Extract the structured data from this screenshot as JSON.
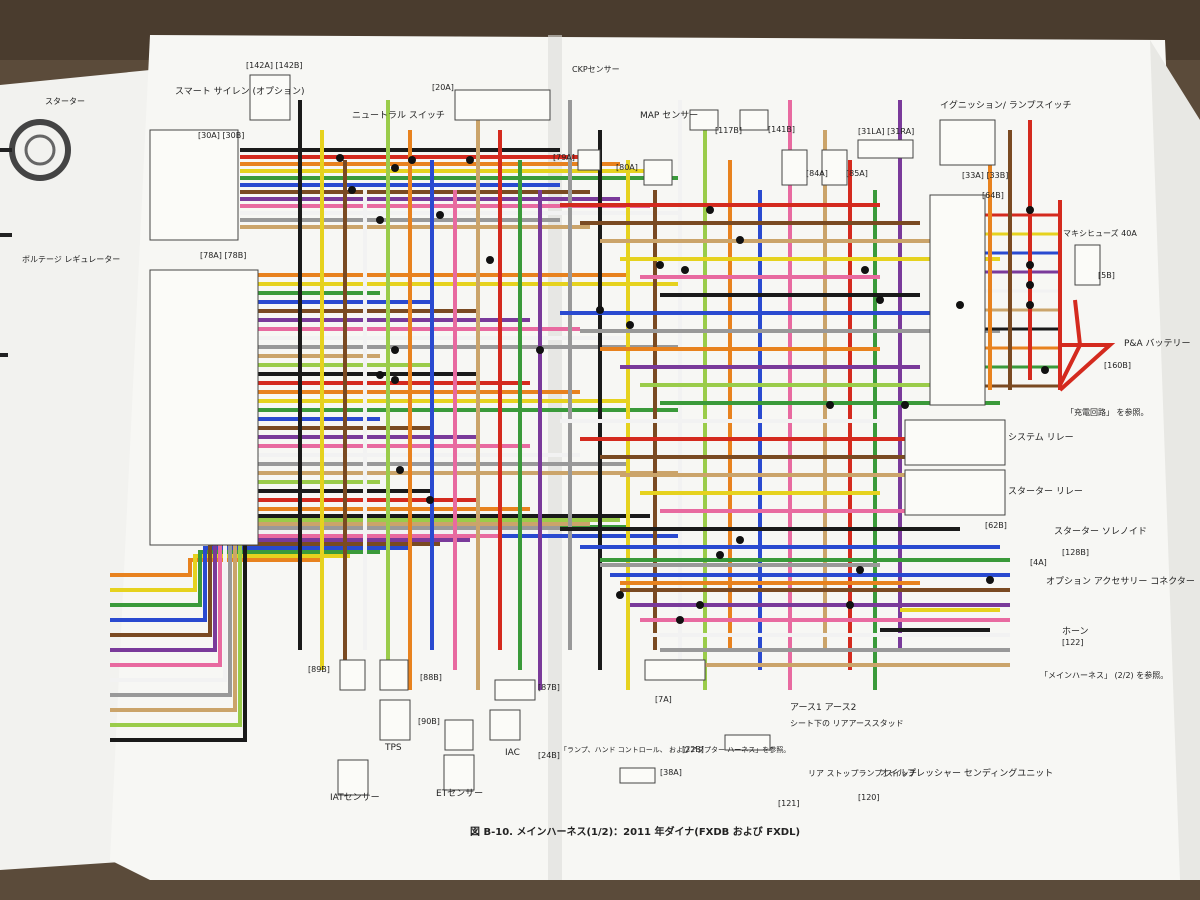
{
  "caption": "図 B-10. メインハーネス(1/2)：2011 年ダイナ(FXDB および FXDL)",
  "connector_ids": {
    "c142": "[142A] [142B]",
    "c20a": "[20A]",
    "c30": "[30A]  [30B]",
    "c78": "[78A] [78B]",
    "c79": "[79A]",
    "c80": "[80A]",
    "c117": "[117B]",
    "c141": "[141B]",
    "c84": "[84A]",
    "c85": "[85A]",
    "c31": "[31LA] [31RA]",
    "c33": "[33A] [33B]",
    "c64": "[64B]",
    "c5b": "[5B]",
    "c160": "[160B]",
    "c62": "[62B]",
    "c128": "[128B]",
    "c4a": "[4A]",
    "c122": "[122]",
    "c89": "[89B]",
    "c88": "[88B]",
    "c90": "[90B]",
    "c87": "[87B]",
    "c7a": "[7A]",
    "c24": "[24B]",
    "c38": "[38A]",
    "c22": "[22B]",
    "c121": "[121]",
    "c120": "[120]"
  },
  "labels": {
    "smart_siren": "スマート サイレン (オプション)",
    "neutral_switch": "ニュートラル スイッチ",
    "ckp_sensor": "CKPセンサー",
    "map_sensor": "MAP センサー",
    "ignition_switch": "イグニッション/ ランプスイッチ",
    "maxi_fuse": "マキシヒューズ 40A",
    "battery": "P&A バッテリー",
    "charging": "「充電回路」 を参照。",
    "system_relay": "システム リレー",
    "starter_relay": "スターター リレー",
    "starter_solenoid": "スターター ソレノイド",
    "option_accessory": "オプション アクセサリー コネクター",
    "horn": "ホーン",
    "main_harness_ref": "「メインハーネス」 (2/2) を参照。",
    "ground": "アース1 アース2",
    "ground_stud": "シート下の リアアーススタッド",
    "stop_lamp_switch": "リア ストップランプ スイッチ",
    "oil_pressure": "オイルプレッシャー センディングユニット",
    "iat_sensor": "IATセンサー",
    "tps": "TPS",
    "et_sensor": "ETセンサー",
    "iac": "IAC",
    "lamp_ref": "「ランプ、ハンド コントロール、 およびアダプター ハーネス」を参照。",
    "stator": "スターター",
    "voltage_regulator": "ボルテージ レギュレーター"
  },
  "wire_colors": {
    "black": "#1a1a1a",
    "red": "#d42a1e",
    "orange": "#e8821e",
    "yellow": "#e6d21e",
    "green": "#3a9a3a",
    "blue": "#2a4ad0",
    "brown": "#7a4a22",
    "violet": "#7a3a9a",
    "pink": "#e86aa0",
    "white": "#f2f2f2",
    "gray": "#999999",
    "tan": "#cba46a",
    "light_green": "#9acc4a"
  }
}
